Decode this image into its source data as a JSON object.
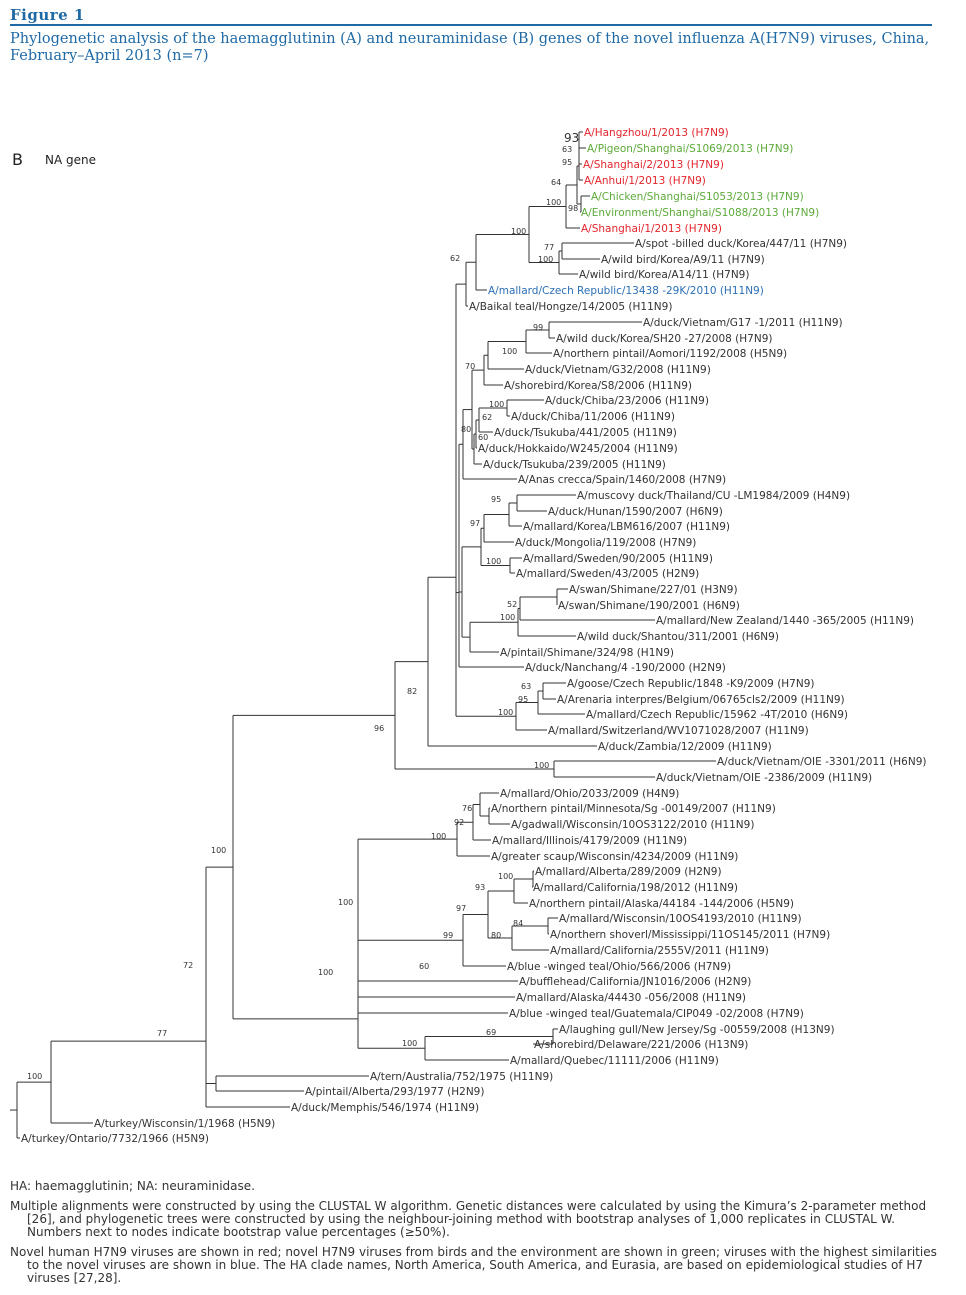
{
  "figure": {
    "label": "Figure 1",
    "title": "Phylogenetic analysis of the haemagglutinin (A) and neuraminidase (B) genes of the novel influenza A(H7N9) viruses, China, February–April 2013 (n=7)"
  },
  "panel": {
    "letter": "B",
    "name": "NA gene"
  },
  "colors": {
    "red": "#e3262e",
    "green": "#5daa3a",
    "blue": "#2b6fb6",
    "black": "#333333",
    "brand": "#1f6aa5"
  },
  "tree": {
    "leaves": [
      {
        "id": "L1",
        "label": "A/Hangzhou/1/2013 (H7N9)",
        "color": "red"
      },
      {
        "id": "L2",
        "label": "A/Pigeon/Shanghai/S1069/2013 (H7N9)",
        "color": "green"
      },
      {
        "id": "L3",
        "label": "A/Shanghai/2/2013 (H7N9)",
        "color": "red"
      },
      {
        "id": "L4",
        "label": "A/Anhui/1/2013 (H7N9)",
        "color": "red"
      },
      {
        "id": "L5",
        "label": "A/Chicken/Shanghai/S1053/2013 (H7N9)",
        "color": "green"
      },
      {
        "id": "L6",
        "label": "A/Environment/Shanghai/S1088/2013 (H7N9)",
        "color": "green"
      },
      {
        "id": "L7",
        "label": "A/Shanghai/1/2013 (H7N9)",
        "color": "red"
      },
      {
        "id": "L8",
        "label": "A/spot -billed duck/Korea/447/11 (H7N9)",
        "color": "black"
      },
      {
        "id": "L9",
        "label": "A/wild bird/Korea/A9/11 (H7N9)",
        "color": "black"
      },
      {
        "id": "L10",
        "label": "A/wild bird/Korea/A14/11 (H7N9)",
        "color": "black"
      },
      {
        "id": "L11",
        "label": "A/mallard/Czech Republic/13438 -29K/2010 (H11N9)",
        "color": "blue"
      },
      {
        "id": "L12",
        "label": "A/Baikal teal/Hongze/14/2005 (H11N9)",
        "color": "black"
      },
      {
        "id": "L13",
        "label": "A/duck/Vietnam/G17 -1/2011 (H11N9)",
        "color": "black"
      },
      {
        "id": "L14",
        "label": "A/wild duck/Korea/SH20 -27/2008 (H7N9)",
        "color": "black"
      },
      {
        "id": "L15",
        "label": "A/northern pintail/Aomori/1192/2008 (H5N9)",
        "color": "black"
      },
      {
        "id": "L16",
        "label": "A/duck/Vietnam/G32/2008 (H11N9)",
        "color": "black"
      },
      {
        "id": "L17",
        "label": "A/shorebird/Korea/S8/2006 (H11N9)",
        "color": "black"
      },
      {
        "id": "L18",
        "label": "A/duck/Chiba/23/2006 (H11N9)",
        "color": "black"
      },
      {
        "id": "L19",
        "label": "A/duck/Chiba/11/2006 (H11N9)",
        "color": "black"
      },
      {
        "id": "L20",
        "label": "A/duck/Tsukuba/441/2005 (H11N9)",
        "color": "black"
      },
      {
        "id": "L21",
        "label": "A/duck/Hokkaido/W245/2004 (H11N9)",
        "color": "black"
      },
      {
        "id": "L22",
        "label": "A/duck/Tsukuba/239/2005 (H11N9)",
        "color": "black"
      },
      {
        "id": "L23",
        "label": "A/Anas crecca/Spain/1460/2008 (H7N9)",
        "color": "black"
      },
      {
        "id": "L24",
        "label": "A/muscovy duck/Thailand/CU -LM1984/2009 (H4N9)",
        "color": "black"
      },
      {
        "id": "L25",
        "label": "A/duck/Hunan/1590/2007 (H6N9)",
        "color": "black"
      },
      {
        "id": "L26",
        "label": "A/mallard/Korea/LBM616/2007 (H11N9)",
        "color": "black"
      },
      {
        "id": "L27",
        "label": "A/duck/Mongolia/119/2008 (H7N9)",
        "color": "black"
      },
      {
        "id": "L28",
        "label": "A/mallard/Sweden/90/2005 (H11N9)",
        "color": "black"
      },
      {
        "id": "L29",
        "label": "A/mallard/Sweden/43/2005 (H2N9)",
        "color": "black"
      },
      {
        "id": "L30",
        "label": "A/swan/Shimane/227/01 (H3N9)",
        "color": "black"
      },
      {
        "id": "L31",
        "label": "A/swan/Shimane/190/2001 (H6N9)",
        "color": "black"
      },
      {
        "id": "L32",
        "label": "A/mallard/New Zealand/1440 -365/2005 (H11N9)",
        "color": "black"
      },
      {
        "id": "L33",
        "label": "A/wild duck/Shantou/311/2001 (H6N9)",
        "color": "black"
      },
      {
        "id": "L34",
        "label": "A/pintail/Shimane/324/98 (H1N9)",
        "color": "black"
      },
      {
        "id": "L35",
        "label": "A/duck/Nanchang/4 -190/2000 (H2N9)",
        "color": "black"
      },
      {
        "id": "L36",
        "label": "A/goose/Czech Republic/1848 -K9/2009 (H7N9)",
        "color": "black"
      },
      {
        "id": "L37",
        "label": "A/Arenaria interpres/Belgium/06765cls2/2009 (H11N9)",
        "color": "black"
      },
      {
        "id": "L38",
        "label": "A/mallard/Czech Republic/15962 -4T/2010 (H6N9)",
        "color": "black"
      },
      {
        "id": "L39",
        "label": "A/mallard/Switzerland/WV1071028/2007 (H11N9)",
        "color": "black"
      },
      {
        "id": "L40",
        "label": "A/duck/Zambia/12/2009 (H11N9)",
        "color": "black"
      },
      {
        "id": "L41",
        "label": "A/duck/Vietnam/OIE -3301/2011 (H6N9)",
        "color": "black"
      },
      {
        "id": "L42",
        "label": "A/duck/Vietnam/OIE -2386/2009 (H11N9)",
        "color": "black"
      },
      {
        "id": "L43",
        "label": "A/mallard/Ohio/2033/2009 (H4N9)",
        "color": "black"
      },
      {
        "id": "L44",
        "label": "A/northern pintail/Minnesota/Sg -00149/2007 (H11N9)",
        "color": "black"
      },
      {
        "id": "L45",
        "label": "A/gadwall/Wisconsin/10OS3122/2010 (H11N9)",
        "color": "black"
      },
      {
        "id": "L46",
        "label": "A/mallard/Illinois/4179/2009 (H11N9)",
        "color": "black"
      },
      {
        "id": "L47",
        "label": "A/greater scaup/Wisconsin/4234/2009 (H11N9)",
        "color": "black"
      },
      {
        "id": "L48",
        "label": "A/mallard/Alberta/289/2009 (H2N9)",
        "color": "black"
      },
      {
        "id": "L49",
        "label": "A/mallard/California/198/2012 (H11N9)",
        "color": "black"
      },
      {
        "id": "L50",
        "label": "A/northern pintail/Alaska/44184 -144/2006 (H5N9)",
        "color": "black"
      },
      {
        "id": "L51",
        "label": "A/mallard/Wisconsin/10OS4193/2010 (H11N9)",
        "color": "black"
      },
      {
        "id": "L52",
        "label": "A/northern shoverl/Mississippi/11OS145/2011 (H7N9)",
        "color": "black"
      },
      {
        "id": "L53",
        "label": "A/mallard/California/2555V/2011 (H11N9)",
        "color": "black"
      },
      {
        "id": "L54",
        "label": "A/blue -winged teal/Ohio/566/2006 (H7N9)",
        "color": "black"
      },
      {
        "id": "L55",
        "label": "A/bufflehead/California/JN1016/2006 (H2N9)",
        "color": "black"
      },
      {
        "id": "L56",
        "label": "A/mallard/Alaska/44430 -056/2008 (H11N9)",
        "color": "black"
      },
      {
        "id": "L57",
        "label": "A/blue -winged teal/Guatemala/CIP049 -02/2008 (H7N9)",
        "color": "black"
      },
      {
        "id": "L58",
        "label": "A/laughing gull/New Jersey/Sg -00559/2008 (H13N9)",
        "color": "black"
      },
      {
        "id": "L59",
        "label": "A/shorebird/Delaware/221/2006 (H13N9)",
        "color": "black"
      },
      {
        "id": "L60",
        "label": "A/mallard/Quebec/11111/2006 (H11N9)",
        "color": "black"
      },
      {
        "id": "L61",
        "label": "A/tern/Australia/752/1975 (H11N9)",
        "color": "black"
      },
      {
        "id": "L62",
        "label": "A/pintail/Alberta/293/1977 (H2N9)",
        "color": "black"
      },
      {
        "id": "L63",
        "label": "A/duck/Memphis/546/1974 (H11N9)",
        "color": "black"
      },
      {
        "id": "L64",
        "label": "A/turkey/Wisconsin/1/1968 (H5N9)",
        "color": "black"
      },
      {
        "id": "L65",
        "label": "A/turkey/Ontario/7732/1966 (H5N9)",
        "color": "black"
      }
    ],
    "bootstrap": [
      "93",
      "63",
      "95",
      "64",
      "100",
      "98",
      "100",
      "77",
      "100",
      "62",
      "99",
      "100",
      "70",
      "100",
      "62",
      "60",
      "80",
      "95",
      "97",
      "100",
      "52",
      "100",
      "63",
      "95",
      "100",
      "82",
      "96",
      "100",
      "76",
      "92",
      "100",
      "100",
      "93",
      "84",
      "97",
      "80",
      "99",
      "60",
      "100",
      "69",
      "100",
      "100",
      "100",
      "72",
      "77",
      "100"
    ]
  },
  "footer": {
    "abbrev": "HA: haemagglutinin; NA: neuraminidase.",
    "methods": "Multiple alignments were constructed by using the CLUSTAL W algorithm. Genetic distances were calculated by using the Kimura’s 2-parameter method [26], and phylogenetic trees were constructed by using the neighbour-joining method with bootstrap analyses of 1,000 replicates in CLUSTAL W. Numbers next to nodes indicate bootstrap value percentages (≥50%).",
    "legend": "Novel human H7N9 viruses are shown in red; novel H7N9 viruses from birds and the environment are shown in green; viruses with the highest similarities to the novel viruses are shown in blue. The HA clade names, North America, South America, and Eurasia, are based on epidemiological studies of H7 viruses [27,28]."
  }
}
